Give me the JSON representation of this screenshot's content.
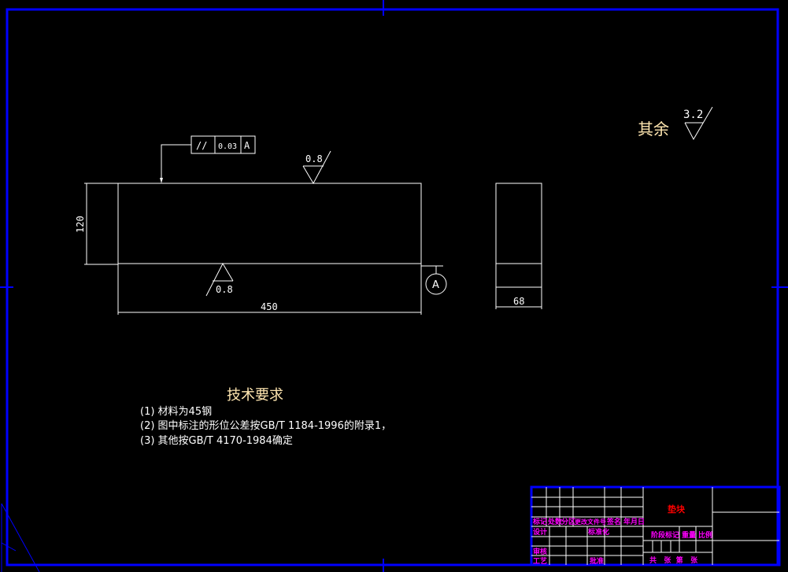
{
  "colors": {
    "frame": "#0000ff",
    "lines": "#ffffff",
    "title_block_labels": "#ff00ff",
    "part_name": "#ff0000",
    "headings": "#ffe6b0"
  },
  "drawing": {
    "tolerance_frame": {
      "symbol": "//",
      "value": "0.03",
      "datum": "A"
    },
    "roughness_top": "0.8",
    "roughness_bottom": "0.8",
    "roughness_other_label": "其余",
    "roughness_other_value": "3.2",
    "dim_height": "120",
    "dim_length": "450",
    "dim_width": "68",
    "datum_label": "A"
  },
  "notes": {
    "title": "技术要求",
    "items": [
      "(1) 材料为45钢",
      "(2) 图中标注的形位公差按GB/T 1184-1996的附录1，",
      "(3) 其他按GB/T 4170-1984确定"
    ]
  },
  "title_block": {
    "part_name": "垫块",
    "headers": [
      "标记",
      "处数",
      "分区",
      "更改文件号",
      "签名",
      "年月日"
    ],
    "design": "设计",
    "standardization": "标准化",
    "review": "审核",
    "process": "工艺",
    "approve": "批准",
    "stage_mark": "阶段标记",
    "weight": "重量",
    "scale": "比例",
    "sheets": "共   张  第   张"
  }
}
